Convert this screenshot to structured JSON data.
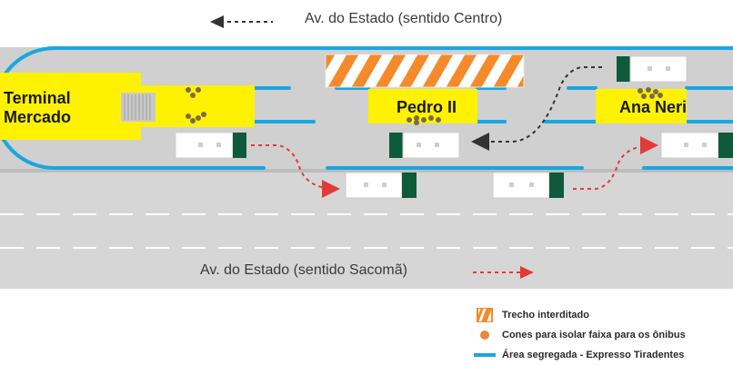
{
  "labels": {
    "top_direction": "Av. do Estado (sentido Centro)",
    "bottom_direction": "Av. do Estado (sentido Sacomã)"
  },
  "stations": {
    "terminal_line1": "Terminal",
    "terminal_line2": "Mercado",
    "pedro": "Pedro II",
    "ana": "Ana Neri"
  },
  "legend": {
    "closed": "Trecho interditado",
    "cones": "Cones para isolar faixa para os ônibus",
    "segregated": "Área segregada - Expresso Tiradentes"
  },
  "colors": {
    "road": "#d0d0d0",
    "station": "#fff200",
    "segregated_lane": "#1aa6e0",
    "cone": "#e8883a",
    "closed_stripe_orange": "#f58a2a",
    "bus_body": "#ffffff",
    "bus_cab": "#0f5a3a",
    "arrow_red": "#e23a3a",
    "arrow_dark": "#333333"
  }
}
